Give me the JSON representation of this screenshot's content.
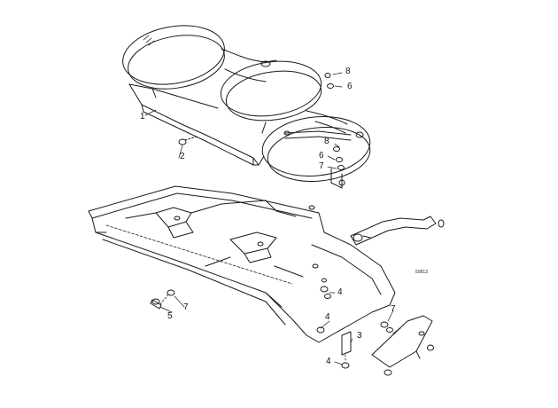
{
  "diagram": {
    "reference_code": "50813",
    "callouts": {
      "c1": "1",
      "c2": "2",
      "c3": "3",
      "c4a": "4",
      "c4b": "4",
      "c4c": "4",
      "c5": "5",
      "c6a": "6",
      "c6b": "6",
      "c7a": "7",
      "c7b": "7",
      "c7c": "7",
      "c8a": "8",
      "c8b": "8"
    },
    "colors": {
      "line": "#1a1a1a",
      "background": "#ffffff"
    }
  }
}
